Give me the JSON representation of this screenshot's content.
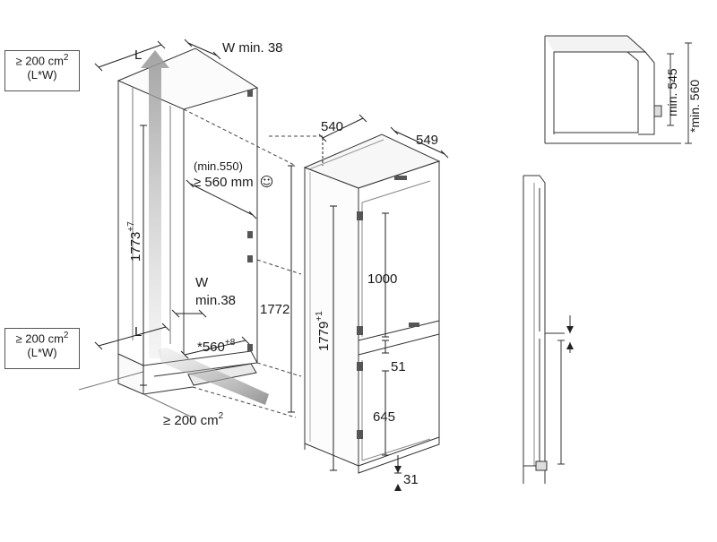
{
  "vent_top": {
    "area": "≥ 200 cm",
    "exp": "2",
    "formula": "(L*W)"
  },
  "vent_bottom": {
    "area": "≥ 200 cm",
    "exp": "2",
    "formula": "(L*W)"
  },
  "vent_floor": {
    "area": "≥ 200 cm",
    "exp": "2"
  },
  "niche": {
    "L_top": "L",
    "L_bottom": "L",
    "W_min_top": "W min. 38",
    "W_label": "W",
    "W_min_mid": "min.38",
    "depth_hint": "(min.550)",
    "depth_req": "≥ 560 mm",
    "smiley": "☺",
    "height_base": "1773",
    "height_tol": "+7",
    "appliance_height": "1772",
    "width_base": "*560",
    "width_tol": "+8"
  },
  "appliance": {
    "depth_540": "540",
    "depth_549": "549",
    "total_base": "1779",
    "total_tol": "+1",
    "upper_door": "1000",
    "gap": "51",
    "lower_door": "645",
    "base_gap": "31"
  },
  "detail": {
    "min_545": "min. 545",
    "min_560": "*min. 560"
  }
}
